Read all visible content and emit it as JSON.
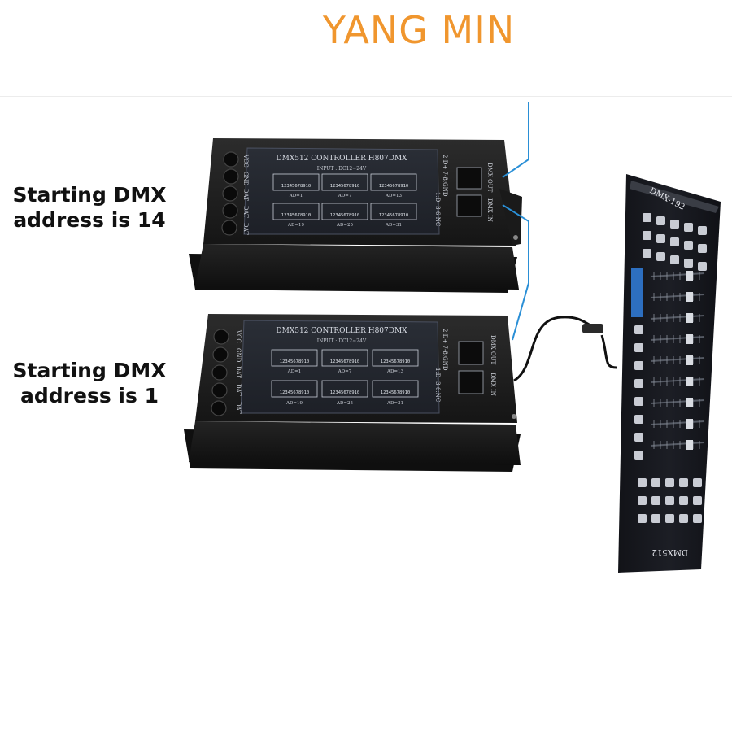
{
  "watermark": "YANG MIN",
  "captions": {
    "upper": {
      "line1": "Starting DMX",
      "line2": "address is 14"
    },
    "lower": {
      "line1": "Starting DMX",
      "line2": "address is 1"
    }
  },
  "controller": {
    "title": "DMX512 CONTROLLER H807DMX",
    "input": "INPUT : DC12~24V",
    "dip_labels": [
      "AD=1",
      "AD=7",
      "AD=13",
      "AD=19",
      "AD=25",
      "AD=31"
    ],
    "dip_digits": "12345678910",
    "terminals": [
      "VCC",
      "GND",
      "DAT",
      "DAT",
      "DAT"
    ],
    "pins_left": "1:D-  3-6:NC",
    "pins_right": "2:D+  7-8:GND",
    "ports": [
      "DMX OUT",
      "DMX IN"
    ]
  },
  "console": {
    "model": "DMX-192",
    "model_bottom": "DMX512"
  },
  "colors": {
    "watermark": "#f0962e",
    "cable_blue": "#2a8fd6",
    "housing": "#1c1c1c"
  }
}
